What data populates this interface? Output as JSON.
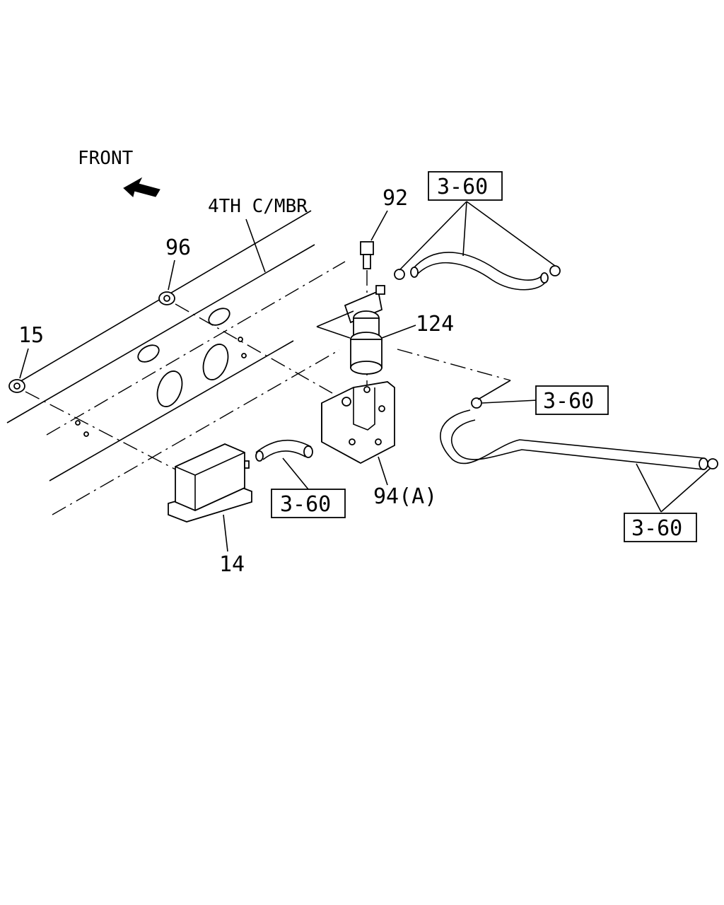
{
  "labels": {
    "front": "FRONT",
    "member": "4TH C/MBR",
    "p92": "92",
    "p96": "96",
    "p15": "15",
    "p124": "124",
    "p94a": "94(A)",
    "p14": "14"
  },
  "refs": {
    "r1": "3-60",
    "r2": "3-60",
    "r3": "3-60",
    "r4": "3-60"
  },
  "icons": {
    "front_arrow": "front-arrow-icon"
  }
}
